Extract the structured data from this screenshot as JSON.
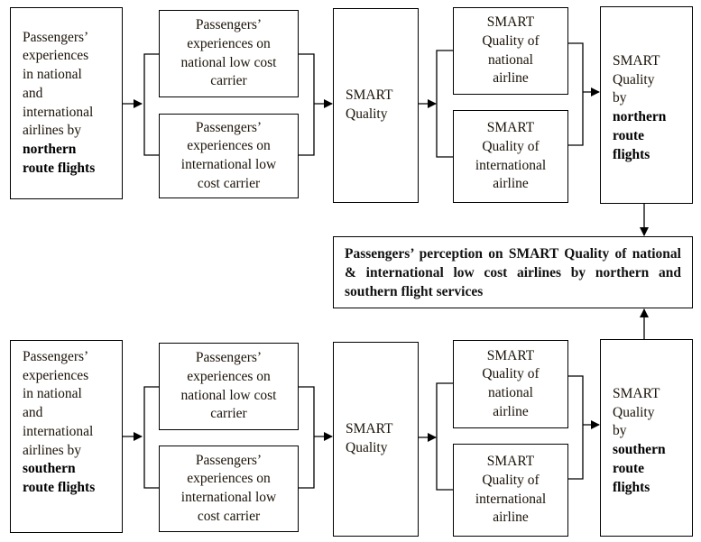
{
  "diagram": {
    "rows": [
      {
        "id": "northern",
        "source": {
          "lines": [
            "Passengers’",
            "experiences",
            "in national",
            "and",
            "international",
            "airlines by"
          ],
          "bold_lines": [
            "northern",
            "route flights"
          ]
        },
        "experiences": [
          {
            "lines": [
              "Passengers’",
              "experiences on",
              "national low cost",
              "carrier"
            ]
          },
          {
            "lines": [
              "Passengers’",
              "experiences on",
              "international low",
              "cost carrier"
            ]
          }
        ],
        "smart_quality": {
          "lines": [
            "SMART",
            "Quality"
          ]
        },
        "quality_of": [
          {
            "lines": [
              "SMART",
              "Quality of",
              "national",
              "airline"
            ]
          },
          {
            "lines": [
              "SMART",
              "Quality of",
              "international",
              "airline"
            ]
          }
        ],
        "result": {
          "lines": [
            "SMART",
            "Quality",
            "by"
          ],
          "bold_lines": [
            "northern",
            "route",
            "flights"
          ]
        }
      },
      {
        "id": "southern",
        "source": {
          "lines": [
            "Passengers’",
            "experiences",
            "in national",
            "and",
            "international",
            "airlines by"
          ],
          "bold_lines": [
            "southern",
            "route flights"
          ]
        },
        "experiences": [
          {
            "lines": [
              "Passengers’",
              "experiences on",
              "national low cost",
              "carrier"
            ]
          },
          {
            "lines": [
              "Passengers’",
              "experiences on",
              "international low",
              "cost carrier"
            ]
          }
        ],
        "smart_quality": {
          "lines": [
            "SMART",
            "Quality"
          ]
        },
        "quality_of": [
          {
            "lines": [
              "SMART",
              "Quality of",
              "national",
              "airline"
            ]
          },
          {
            "lines": [
              "SMART",
              "Quality of",
              "international",
              "airline"
            ]
          }
        ],
        "result": {
          "lines": [
            "SMART",
            "Quality",
            "by"
          ],
          "bold_lines": [
            "southern",
            "route",
            "flights"
          ]
        }
      }
    ],
    "outcome": {
      "text": "Passengers’ perception on SMART Quality of national & international low cost airlines by northern and southern flight services"
    }
  }
}
